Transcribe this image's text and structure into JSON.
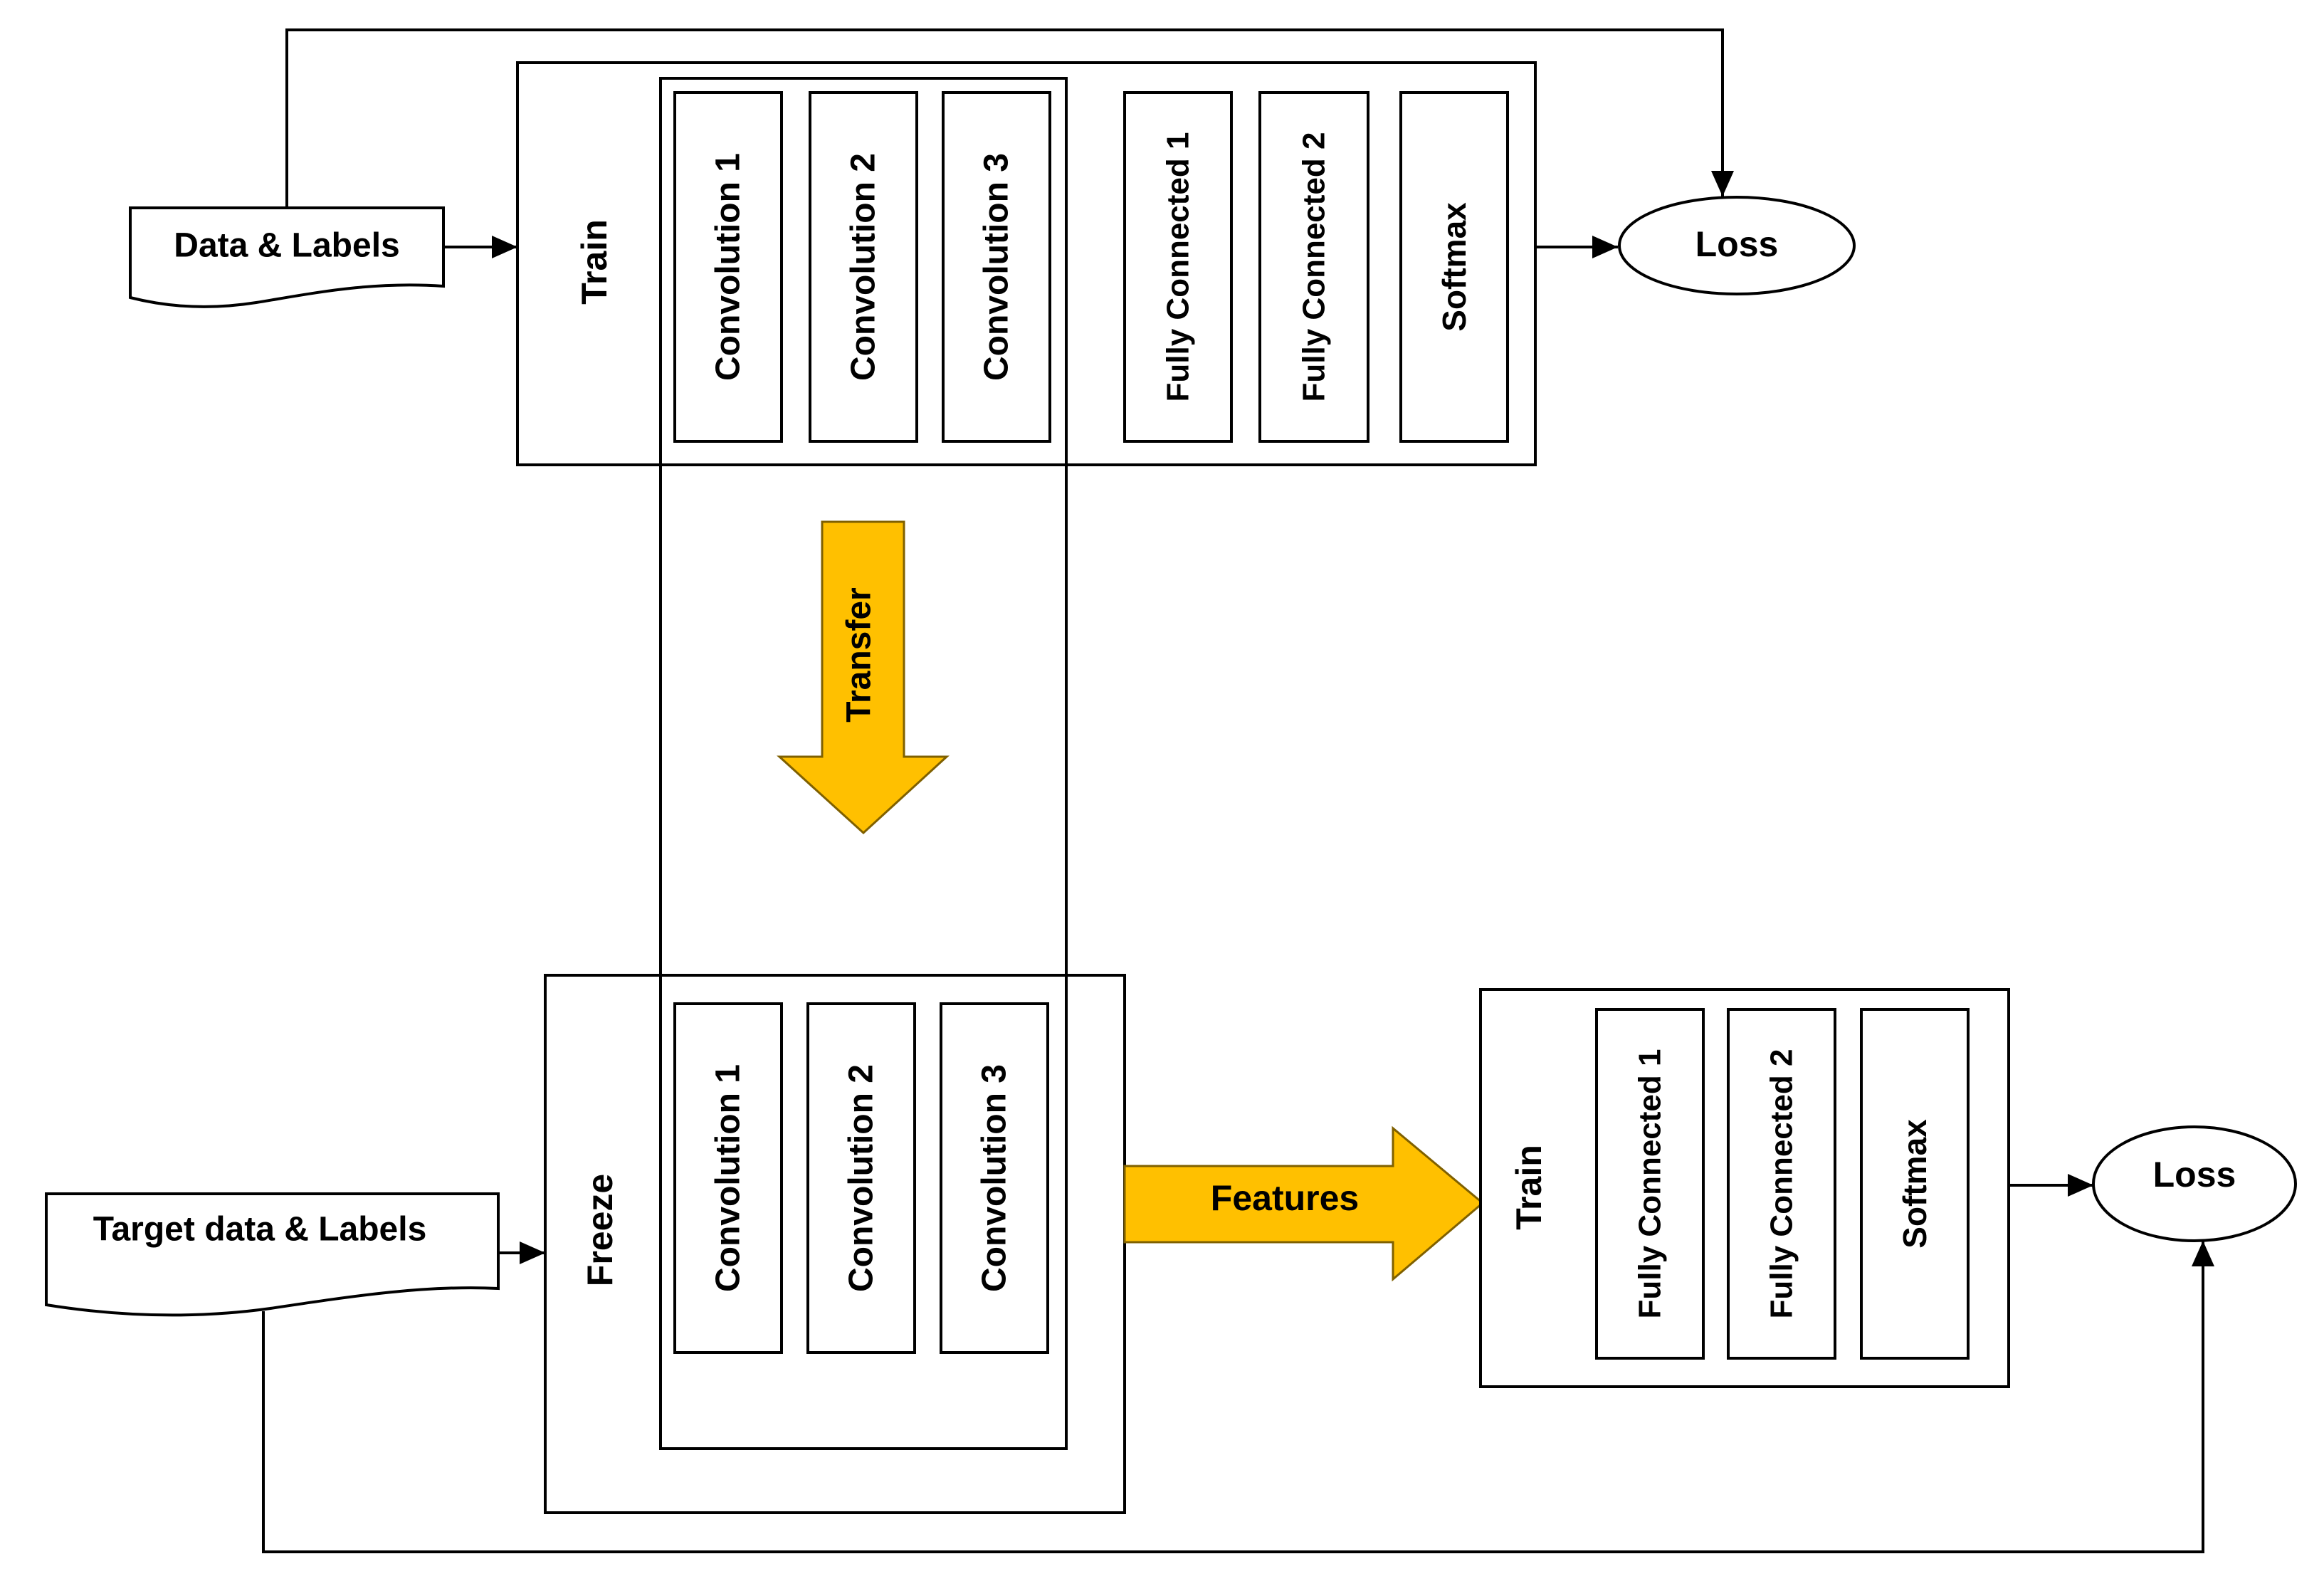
{
  "colors": {
    "stroke": "#000000",
    "background": "#ffffff",
    "arrow_fill": "#FFC000",
    "arrow_stroke": "#7F6000"
  },
  "top": {
    "input": "Data & Labels",
    "train": "Train",
    "conv": [
      "Convolution 1",
      "Convolution 2",
      "Convolution 3"
    ],
    "fc": [
      "Fully Connected 1",
      "Fully Connected 2"
    ],
    "softmax": "Softmax",
    "loss": "Loss"
  },
  "transfer": "Transfer",
  "bottom": {
    "input": "Target data & Labels",
    "freeze": "Freeze",
    "conv": [
      "Convolution 1",
      "Convolution 2",
      "Convolution 3"
    ],
    "features": "Features",
    "train": "Train",
    "fc": [
      "Fully Connected 1",
      "Fully Connected 2"
    ],
    "softmax": "Softmax",
    "loss": "Loss"
  }
}
